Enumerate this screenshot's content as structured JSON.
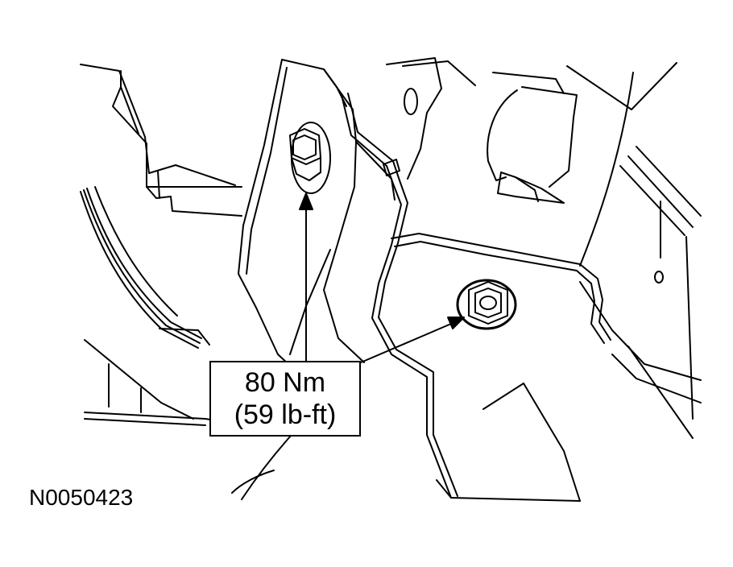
{
  "callout": {
    "torque_metric": "80 Nm",
    "torque_imperial": "(59 lb-ft)"
  },
  "figure_id": "N0050423",
  "colors": {
    "line": "#000000",
    "background": "#ffffff"
  },
  "icons": [
    "hex-bolt-icon",
    "hex-nut-icon",
    "arrow-icon"
  ]
}
